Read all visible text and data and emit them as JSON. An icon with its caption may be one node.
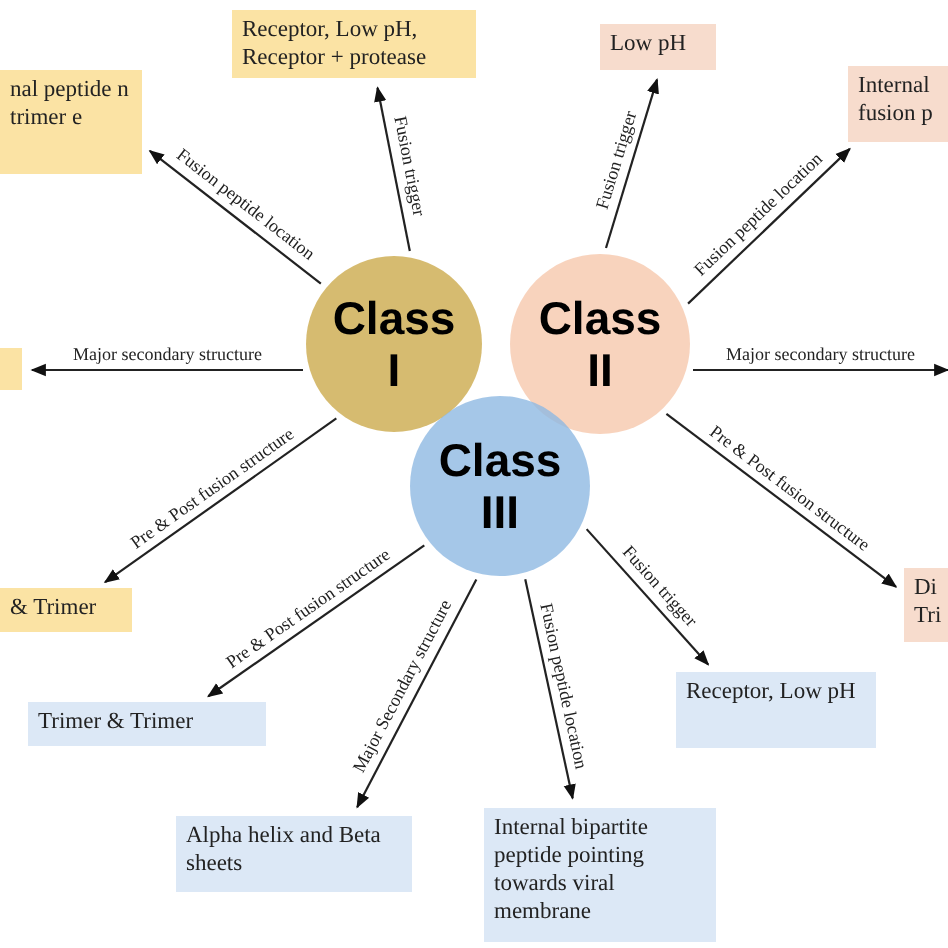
{
  "diagram": {
    "nodes": [
      {
        "text": [
          "Class I"
        ]
      },
      {
        "text": [
          "Class II"
        ]
      },
      {
        "text": [
          "Class III"
        ]
      },
      {
        "text": [
          "Receptor, Low pH, Receptor + protease"
        ]
      },
      {
        "text": [
          "nal peptide n trimer e"
        ]
      },
      {
        "text": [],
        "shape": "box"
      },
      {
        "text": [
          "& Trimer"
        ]
      },
      {
        "text": [
          "Low pH"
        ]
      },
      {
        "text": [
          "Internal fusion p"
        ]
      },
      {
        "text": [
          "Di Tri"
        ]
      },
      {
        "text": [
          "Trimer & Trimer"
        ]
      },
      {
        "text": [
          "Receptor, Low pH"
        ]
      },
      {
        "text": [
          "Alpha helix and Beta sheets"
        ]
      },
      {
        "text": [
          "Internal bipartite peptide pointing towards viral membrane"
        ]
      }
    ],
    "edges": [
      {
        "from": 0,
        "to": 3,
        "arrow": "to",
        "label": "Fusion trigger"
      },
      {
        "from": 0,
        "to": 4,
        "arrow": "to",
        "label": "Fusion peptide location"
      },
      {
        "from": 0,
        "to": 5,
        "arrow": "to",
        "label": "Major secondary structure"
      },
      {
        "from": 0,
        "to": 6,
        "arrow": "to",
        "label": "Pre & Post fusion structure"
      },
      {
        "from": 1,
        "to": 7,
        "arrow": "to",
        "label": "Fusion trigger"
      },
      {
        "from": 1,
        "to": 8,
        "arrow": "to",
        "label": "Fusion peptide location"
      },
      {
        "from": 1,
        "to": null,
        "arrow": "to",
        "label": "Major secondary structure"
      },
      {
        "from": 1,
        "to": 9,
        "arrow": "to",
        "label": "Pre & Post fusion structure"
      },
      {
        "from": 2,
        "to": 10,
        "arrow": "to",
        "label": "Pre & Post fusion structure"
      },
      {
        "from": 2,
        "to": 12,
        "arrow": "to",
        "label": "Major Secondary structure"
      },
      {
        "from": 2,
        "to": 13,
        "arrow": "to",
        "label": "Fusion peptide location"
      },
      {
        "from": 2,
        "to": 11,
        "arrow": "to",
        "label": "Fusion trigger"
      }
    ]
  }
}
